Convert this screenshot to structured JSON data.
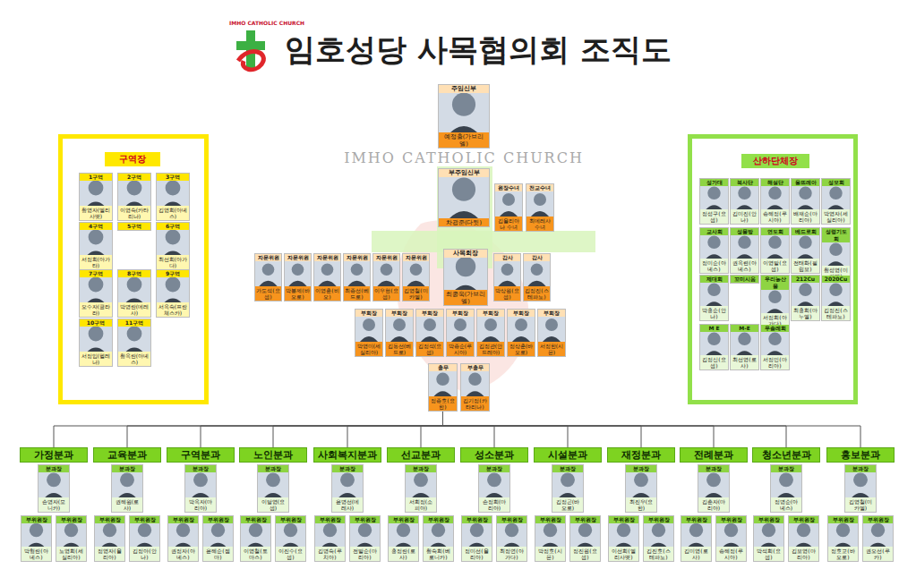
{
  "diagram": {
    "title": "임호성당 사목협의회 조직도",
    "nodes": [
      {
        "text": [
          "구역장"
        ]
      },
      {
        "text": [
          "1구역",
          "황영자(엘리사벳)"
        ],
        "in": 0
      },
      {
        "text": [
          "2구역",
          "이영숙(카타리나)"
        ],
        "in": 0
      },
      {
        "text": [
          "3구역",
          "김영희(아녜스)"
        ],
        "in": 0
      },
      {
        "text": [
          "4구역",
          "서정희(아가타)"
        ],
        "in": 0
      },
      {
        "text": [
          "5구역"
        ],
        "in": 0
      },
      {
        "text": [
          "6구역",
          "최선희(아가다)"
        ],
        "in": 0
      },
      {
        "text": [
          "7구역",
          "오수자(글라라)"
        ],
        "in": 0
      },
      {
        "text": [
          "8구역",
          "박명란(데레사)"
        ],
        "in": 0
      },
      {
        "text": [
          "9구역",
          "서옥숙(프란체스카)"
        ],
        "in": 0
      },
      {
        "text": [
          "10구역",
          "서정임(헬레나)"
        ],
        "in": 0
      },
      {
        "text": [
          "11구역",
          "황옥란(아녜스)"
        ],
        "in": 0
      },
      {
        "text": [
          "주임신부",
          "예정출(가브리엘)"
        ]
      },
      {
        "text": [
          "부주임신부",
          "차광준(다윗)"
        ]
      },
      {
        "text": [
          "원장수녀",
          "김율리아나 수녀"
        ]
      },
      {
        "text": [
          "전교수녀",
          "최데레사 수녀"
        ]
      },
      {
        "text": [
          "자문위원",
          "가도석(요셉)"
        ]
      },
      {
        "text": [
          "자문위원",
          "박봉제(바오로)"
        ]
      },
      {
        "text": [
          "자문위원",
          "이영훈(비오)"
        ]
      },
      {
        "text": [
          "자문위원",
          "최종선(베드로)"
        ]
      },
      {
        "text": [
          "자문위원",
          "이우현(요셉)"
        ]
      },
      {
        "text": [
          "자문위원",
          "김영철(미카엘)"
        ]
      },
      {
        "text": [
          "사목회장",
          "최종욱(가브리엘)"
        ]
      },
      {
        "text": [
          "감사",
          "박상원(요셉)"
        ]
      },
      {
        "text": [
          "감사",
          "김정진(스테파노)"
        ]
      },
      {
        "text": [
          "부회장",
          "박영미(세실리아)"
        ]
      },
      {
        "text": [
          "부회장",
          "김동선(베드로)"
        ]
      },
      {
        "text": [
          "부회장",
          "김정석(요셉)"
        ]
      },
      {
        "text": [
          "부회장",
          "박종순(루시아)"
        ]
      },
      {
        "text": [
          "부회장",
          "김정관(안드레아)"
        ]
      },
      {
        "text": [
          "부회장",
          "정상훈(바오로)"
        ]
      },
      {
        "text": [
          "부회장",
          "서정한(시몬)"
        ]
      },
      {
        "text": [
          "총무",
          "정종호(요한)"
        ]
      },
      {
        "text": [
          "부총무",
          "김기정(카타리나)"
        ]
      },
      {
        "text": [
          "산하단체장"
        ]
      },
      {
        "text": [
          "성가대",
          "정성구(요셉)"
        ],
        "in": 34
      },
      {
        "text": [
          "복사단",
          "김미진(안나)"
        ],
        "in": 34
      },
      {
        "text": [
          "해설단",
          "송혜정(루시아)"
        ],
        "in": 34
      },
      {
        "text": [
          "울뜨레아",
          "배재순(마리아)"
        ],
        "in": 34
      },
      {
        "text": [
          "성모회",
          "박영자(세실리아)"
        ],
        "in": 34
      },
      {
        "text": [
          "교사회",
          "정미순(아녜스)"
        ],
        "in": 34
      },
      {
        "text": [
          "성물방",
          "권옥련(아녜스)"
        ],
        "in": 34
      },
      {
        "text": [
          "연도회",
          "이영말(요셉)"
        ],
        "in": 34
      },
      {
        "text": [
          "베드로회",
          "전태화(필립보)"
        ],
        "in": 34
      },
      {
        "text": [
          "성령기도회",
          "황성영(미카엘)"
        ],
        "in": 34
      },
      {
        "text": [
          "제대회",
          "박홍순(안나)"
        ],
        "in": 34
      },
      {
        "text": [
          "꼬미시움"
        ],
        "in": 34
      },
      {
        "text": [
          "우리농산물",
          "서정희(아가다)"
        ],
        "in": 34
      },
      {
        "text": [
          "212Cu",
          "최홍희(마누엘)"
        ],
        "in": 34
      },
      {
        "text": [
          "2020Cu",
          "김정진(스테파노)"
        ],
        "in": 34
      },
      {
        "text": [
          "M E",
          "김정신(요셉)"
        ],
        "in": 34
      },
      {
        "text": [
          "M-E",
          "최선영(로사)"
        ],
        "in": 34
      },
      {
        "text": [
          "우솔레회",
          "서정민(마리아)"
        ],
        "in": 34
      },
      {
        "text": [
          "가정분과"
        ]
      },
      {
        "text": [
          "분과장",
          "손명자(모니카)"
        ]
      },
      {
        "text": [
          "부위원장",
          "박형란(아녜스)"
        ]
      },
      {
        "text": [
          "부위원장",
          "노영희(세실리아)"
        ]
      },
      {
        "text": [
          "교육분과"
        ]
      },
      {
        "text": [
          "분과장",
          "권혜원(로사)"
        ]
      },
      {
        "text": [
          "부위원장",
          "정영자(율리아)"
        ]
      },
      {
        "text": [
          "부위원장",
          "김정아(안나)"
        ]
      },
      {
        "text": [
          "구역분과"
        ]
      },
      {
        "text": [
          "분과장",
          "박옥자(마리아)"
        ]
      },
      {
        "text": [
          "부위원장",
          "권정자(아녜스)"
        ]
      },
      {
        "text": [
          "부위원장",
          "윤혜순(젬마)"
        ]
      },
      {
        "text": [
          "노인분과"
        ]
      },
      {
        "text": [
          "분과장",
          "이달영(요셉)"
        ]
      },
      {
        "text": [
          "부위원장",
          "이영철(토마스)"
        ]
      },
      {
        "text": [
          "부위원장",
          "이진수(요셉)"
        ]
      },
      {
        "text": [
          "사회복지분과"
        ]
      },
      {
        "text": [
          "분과장",
          "윤명선(데레사)"
        ]
      },
      {
        "text": [
          "부위원장",
          "김명숙(루치아)"
        ]
      },
      {
        "text": [
          "부위원장",
          "전말순(마리아)"
        ]
      },
      {
        "text": [
          "선교분과"
        ]
      },
      {
        "text": [
          "분과장",
          "서희정(소피아)"
        ]
      },
      {
        "text": [
          "부위원장",
          "홍정란(로사)"
        ]
      },
      {
        "text": [
          "부위원장",
          "황숙희(베로니카)"
        ]
      },
      {
        "text": [
          "성소분과"
        ]
      },
      {
        "text": [
          "분과장",
          "손정희(마리아)"
        ]
      },
      {
        "text": [
          "부위원장",
          "정미선(율리아)"
        ]
      },
      {
        "text": [
          "부위원장",
          "최정연(아가다)"
        ]
      },
      {
        "text": [
          "시설분과"
        ]
      },
      {
        "text": [
          "분과장",
          "김정곤(바오로)"
        ]
      },
      {
        "text": [
          "부위원장",
          "박정호(시몬)"
        ]
      },
      {
        "text": [
          "부위원장",
          "정진원(요셉)"
        ]
      },
      {
        "text": [
          "재정분과"
        ]
      },
      {
        "text": [
          "분과장",
          "최진우(요한)"
        ]
      },
      {
        "text": [
          "부위원장",
          "이선희(엘리사벳)"
        ]
      },
      {
        "text": [
          "부위원장",
          "김진호(스테파노)"
        ]
      },
      {
        "text": [
          "전례분과"
        ]
      },
      {
        "text": [
          "분과장",
          "김춘자(마리아)"
        ]
      },
      {
        "text": [
          "부위원장",
          "김미영(로사)"
        ]
      },
      {
        "text": [
          "부위원장",
          "송혜정(루시아)"
        ]
      },
      {
        "text": [
          "청소년분과"
        ]
      },
      {
        "text": [
          "분과장",
          "정명순(아녜스)"
        ]
      },
      {
        "text": [
          "부위원장",
          "박석희(요셉)"
        ]
      },
      {
        "text": [
          "부위원장",
          "김보영(마리아)"
        ]
      },
      {
        "text": [
          "홍보분과"
        ]
      },
      {
        "text": [
          "분과장",
          "김영철(미카엘)"
        ]
      },
      {
        "text": [
          "부위원장",
          "정호교(바오로)"
        ]
      },
      {
        "text": [
          "부위원장",
          "권오선(루카)"
        ]
      }
    ],
    "edges": [
      {
        "from": 32,
        "to": 53,
        "arrow": "none"
      },
      {
        "from": 32,
        "to": 57,
        "arrow": "none"
      },
      {
        "from": 32,
        "to": 61,
        "arrow": "none"
      },
      {
        "from": 32,
        "to": 65,
        "arrow": "none"
      },
      {
        "from": 32,
        "to": 69,
        "arrow": "none"
      },
      {
        "from": 32,
        "to": 73,
        "arrow": "none"
      },
      {
        "from": 32,
        "to": 77,
        "arrow": "none"
      },
      {
        "from": 32,
        "to": 81,
        "arrow": "none"
      },
      {
        "from": 32,
        "to": 85,
        "arrow": "none"
      },
      {
        "from": 32,
        "to": 89,
        "arrow": "none"
      },
      {
        "from": 32,
        "to": 93,
        "arrow": "none"
      },
      {
        "from": 32,
        "to": 97,
        "arrow": "none"
      }
    ],
    "labels": [
      "IMHO CATHOLIC CHURCH",
      "IMHO CATHOLIC CHURCH"
    ]
  }
}
